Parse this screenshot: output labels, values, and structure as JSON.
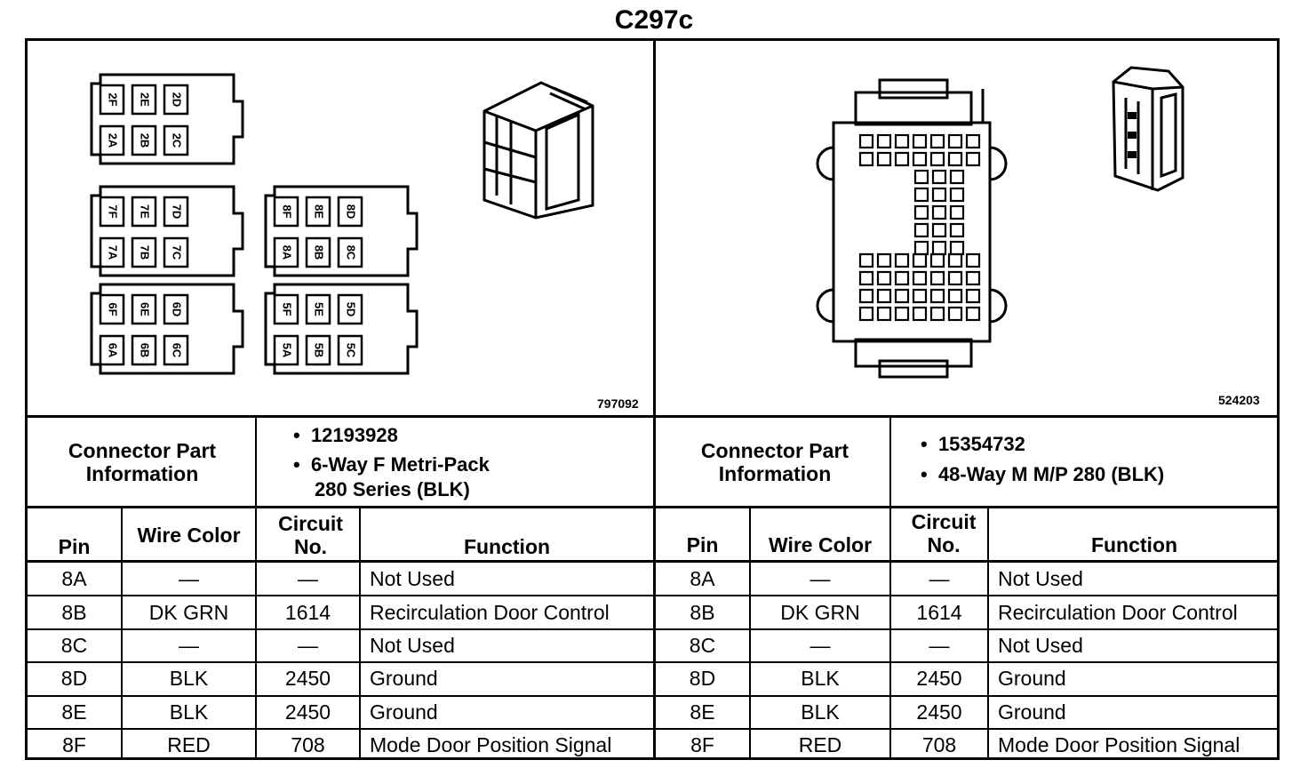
{
  "title": "C297c",
  "left": {
    "ref_number": "797092",
    "connector_label": "Connector Part Information",
    "part_info": [
      "12193928",
      "6-Way F Metri-Pack",
      "280 Series (BLK)"
    ],
    "headers": {
      "pin": "Pin",
      "wire": "Wire Color",
      "circuit": "Circuit No.",
      "function": "Function"
    },
    "rows": [
      {
        "pin": "8A",
        "wire": "—",
        "circuit": "—",
        "function": "Not Used"
      },
      {
        "pin": "8B",
        "wire": "DK GRN",
        "circuit": "1614",
        "function": "Recirculation Door Control"
      },
      {
        "pin": "8C",
        "wire": "—",
        "circuit": "—",
        "function": "Not Used"
      },
      {
        "pin": "8D",
        "wire": "BLK",
        "circuit": "2450",
        "function": "Ground"
      },
      {
        "pin": "8E",
        "wire": "BLK",
        "circuit": "2450",
        "function": "Ground"
      },
      {
        "pin": "8F",
        "wire": "RED",
        "circuit": "708",
        "function": "Mode Door Position Signal"
      }
    ],
    "pinouts": [
      {
        "top": [
          "2F",
          "2E",
          "2D"
        ],
        "bottom": [
          "2A",
          "2B",
          "2C"
        ]
      },
      {
        "top": [
          "7F",
          "7E",
          "7D"
        ],
        "bottom": [
          "7A",
          "7B",
          "7C"
        ]
      },
      {
        "top": [
          "8F",
          "8E",
          "8D"
        ],
        "bottom": [
          "8A",
          "8B",
          "8C"
        ]
      },
      {
        "top": [
          "6F",
          "6E",
          "6D"
        ],
        "bottom": [
          "6A",
          "6B",
          "6C"
        ]
      },
      {
        "top": [
          "5F",
          "5E",
          "5D"
        ],
        "bottom": [
          "5A",
          "5B",
          "5C"
        ]
      }
    ]
  },
  "right": {
    "ref_number": "524203",
    "connector_label": "Connector Part Information",
    "part_info": [
      "15354732",
      "48-Way M M/P 280 (BLK)"
    ],
    "headers": {
      "pin": "Pin",
      "wire": "Wire Color",
      "circuit": "Circuit No.",
      "function": "Function"
    },
    "rows": [
      {
        "pin": "8A",
        "wire": "—",
        "circuit": "—",
        "function": "Not Used"
      },
      {
        "pin": "8B",
        "wire": "DK GRN",
        "circuit": "1614",
        "function": "Recirculation Door Control"
      },
      {
        "pin": "8C",
        "wire": "—",
        "circuit": "—",
        "function": "Not Used"
      },
      {
        "pin": "8D",
        "wire": "BLK",
        "circuit": "2450",
        "function": "Ground"
      },
      {
        "pin": "8E",
        "wire": "BLK",
        "circuit": "2450",
        "function": "Ground"
      },
      {
        "pin": "8F",
        "wire": "RED",
        "circuit": "708",
        "function": "Mode Door Position Signal"
      }
    ]
  }
}
